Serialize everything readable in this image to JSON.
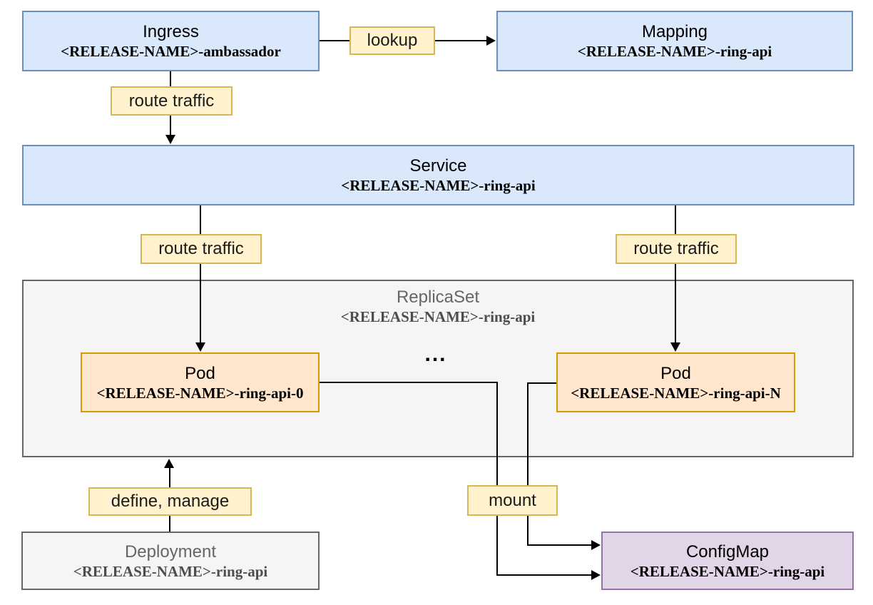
{
  "diagram": {
    "nodes": {
      "ingress": {
        "title": "Ingress",
        "subtitle": "<RELEASE-NAME>-ambassador"
      },
      "mapping": {
        "title": "Mapping",
        "subtitle": "<RELEASE-NAME>-ring-api"
      },
      "service": {
        "title": "Service",
        "subtitle": "<RELEASE-NAME>-ring-api"
      },
      "replicaset": {
        "title": "ReplicaSet",
        "subtitle": "<RELEASE-NAME>-ring-api"
      },
      "pod0": {
        "title": "Pod",
        "subtitle": "<RELEASE-NAME>-ring-api-0"
      },
      "podN": {
        "title": "Pod",
        "subtitle": "<RELEASE-NAME>-ring-api-N"
      },
      "deployment": {
        "title": "Deployment",
        "subtitle": "<RELEASE-NAME>-ring-api"
      },
      "configmap": {
        "title": "ConfigMap",
        "subtitle": "<RELEASE-NAME>-ring-api"
      }
    },
    "edge_labels": {
      "lookup": "lookup",
      "route_traffic_ingress_to_service": "route traffic",
      "route_traffic_service_to_pod0": "route traffic",
      "route_traffic_service_to_podN": "route traffic",
      "define_manage": "define, manage",
      "mount": "mount"
    },
    "ellipsis": "...",
    "colors": {
      "blue_fill": "#dae8fc",
      "blue_stroke": "#6c8ebf",
      "orange_fill": "#ffe6cc",
      "orange_stroke": "#d79b00",
      "yellow_fill": "#fff2cc",
      "yellow_stroke": "#d6b656",
      "purple_fill": "#e1d5e7",
      "purple_stroke": "#9673a6",
      "gray_fill": "#f5f5f5",
      "gray_stroke": "#666666",
      "gray_text": "#666666",
      "line": "#000000"
    }
  }
}
